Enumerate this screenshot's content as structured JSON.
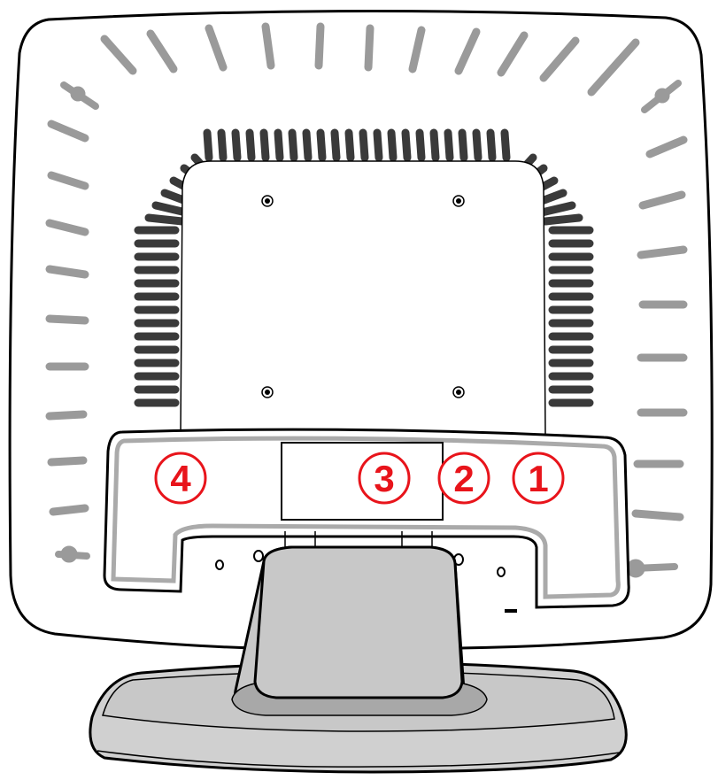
{
  "colors": {
    "callout": "#e8141b",
    "outline": "#000000",
    "vent_light": "#9a9a9a",
    "vent_dark": "#3a3a3a",
    "panel_fill": "#ffffff",
    "stand_fill": "#c8c8c8",
    "stand_dark": "#a8a8a8",
    "base_fill": "#d0d0d0",
    "connector_border": "#aaaaaa"
  },
  "callouts": [
    {
      "id": "4",
      "label": "4"
    },
    {
      "id": "3",
      "label": "3"
    },
    {
      "id": "2",
      "label": "2"
    },
    {
      "id": "1",
      "label": "1"
    }
  ],
  "icons": {
    "screw": "screw-hole-icon",
    "kensington": "kensington-lock-icon"
  }
}
